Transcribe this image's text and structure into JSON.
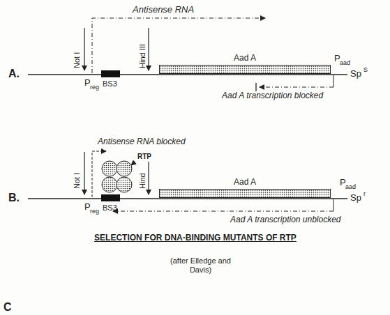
{
  "diagram": {
    "title": "SELECTION FOR DNA-BINDING MUTANTS OF RTP",
    "caption": "(after Elledge and Davis)",
    "nodes": [
      {
        "text": [
          "BS3"
        ]
      },
      {
        "text": [
          "Aad A"
        ]
      },
      {
        "text": [
          "RTP"
        ]
      },
      {
        "text": [
          "BS3"
        ]
      },
      {
        "text": [
          "Aad A"
        ]
      }
    ],
    "labels": [
      "Antisense RNA",
      "Not I",
      "Hind III",
      "A.",
      "P",
      "reg",
      "P",
      "aad",
      "Sp",
      "S",
      "Aad A transcription blocked",
      "Antisense RNA blocked",
      "Not I",
      "Hind",
      "B.",
      "P",
      "reg",
      "P",
      "aad",
      "Sp",
      "r",
      "Aad A transcription unblocked",
      "C"
    ]
  }
}
